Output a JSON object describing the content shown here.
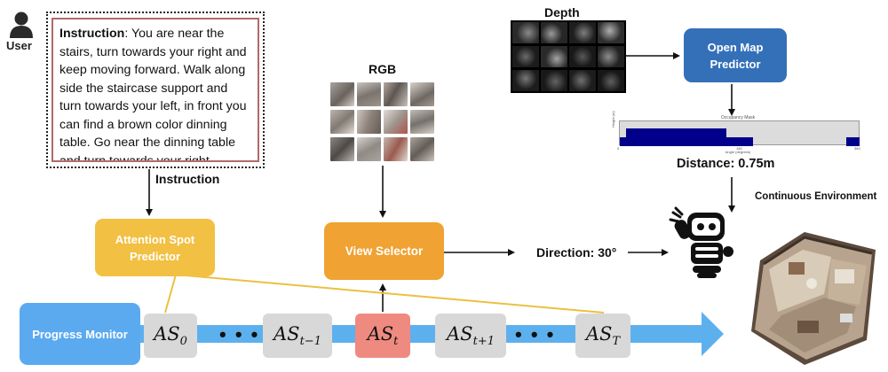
{
  "user": {
    "label": "User",
    "icon": "user-icon"
  },
  "instruction_box": {
    "lead": "Instruction",
    "text": ": You are near the stairs, turn towards your right and keep moving forward. Walk along side the staircase support and turn towards your left, in front you can find a brown color dinning table. Go near the dinning table and turn towards your right. ……"
  },
  "labels": {
    "instruction_arrow": "Instruction",
    "rgb": "RGB",
    "depth": "Depth",
    "distance": "Distance: 0.75m",
    "direction": "Direction: 30°",
    "continuous_env": "Continuous Environment"
  },
  "occupancy_map": {
    "title": "Occupancy Mask",
    "xlabel": "Angle (degrees)",
    "ylabel": "Height (m)",
    "ticks": [
      "0",
      "180",
      "360"
    ]
  },
  "boxes": {
    "attention_spot_predictor": "Attention Spot Predictor",
    "view_selector": "View Selector",
    "open_map_predictor": "Open Map Predictor",
    "progress_monitor": "Progress Monitor"
  },
  "attention_spots": [
    {
      "base": "AS",
      "sub": "0"
    },
    {
      "base": "AS",
      "sub": "t−1"
    },
    {
      "base": "AS",
      "sub": "t"
    },
    {
      "base": "AS",
      "sub": "t+1"
    },
    {
      "base": "AS",
      "sub": "T"
    }
  ],
  "dots": "• • •",
  "colors": {
    "attention_spot_predictor": "#f2c042",
    "view_selector": "#f0a232",
    "open_map_predictor": "#3470b8",
    "progress_monitor": "#5baaf0",
    "timeline": "#5db0ee",
    "as_box": "#d8d8d8",
    "as_current": "#ef8a80",
    "attention_line": "#ecc040",
    "occupancy": "#00008b",
    "instruction_border": "#b06a6a"
  }
}
